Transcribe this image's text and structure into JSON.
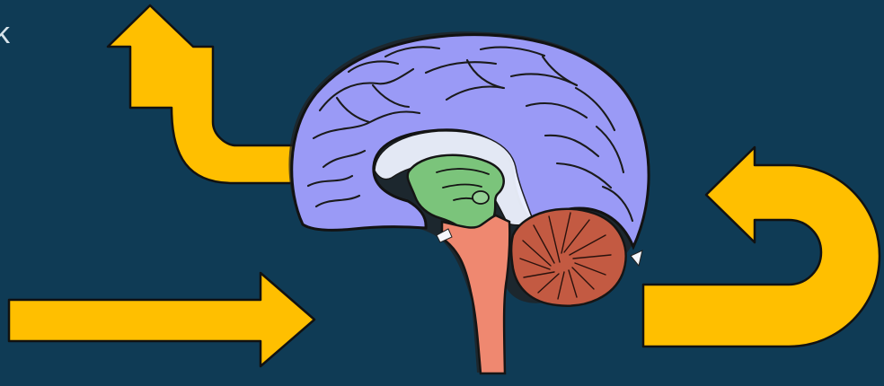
{
  "scene": {
    "background_color": "#0f3b55",
    "arrow_color": "#ffbf00",
    "arrow_outline_color": "#111111",
    "edge_text": "k"
  },
  "brain": {
    "regions": [
      {
        "name": "cerebrum",
        "color": "#9a9af6"
      },
      {
        "name": "diencephalon",
        "color": "#7bc47b"
      },
      {
        "name": "brainstem",
        "color": "#ef8870"
      },
      {
        "name": "cerebellum",
        "color": "#c35a42"
      }
    ]
  },
  "arrows": [
    {
      "name": "up-turn-arrow",
      "direction": "up"
    },
    {
      "name": "right-arrow",
      "direction": "right"
    },
    {
      "name": "u-turn-arrow",
      "direction": "left"
    }
  ]
}
